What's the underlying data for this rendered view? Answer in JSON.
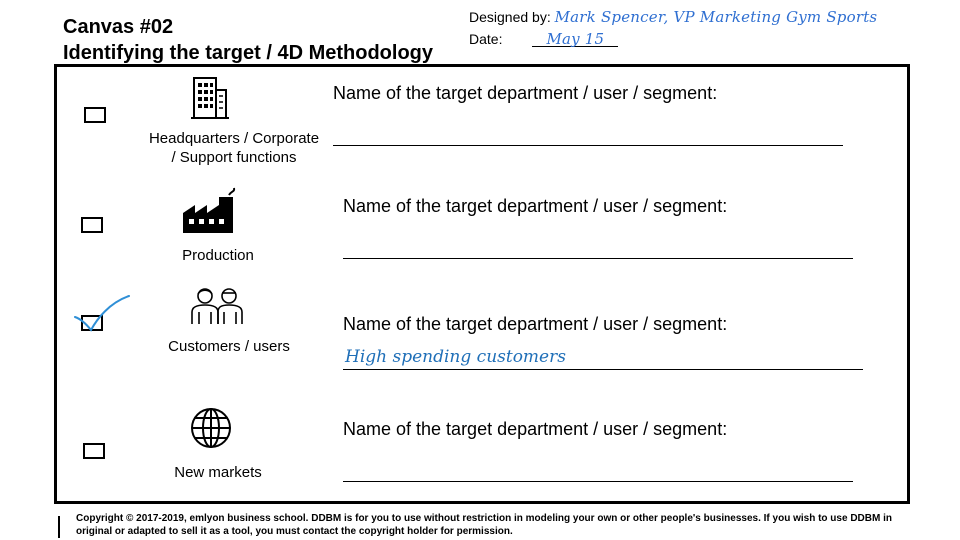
{
  "header": {
    "title_line1": "Canvas #02",
    "title_line2": "Identifying the target / 4D Methodology",
    "designed_by_label": "Designed by:",
    "designed_by_value": "Mark Spencer, VP Marketing Gym Sports",
    "date_label": "Date:",
    "date_value": "May 15"
  },
  "rows": [
    {
      "label_line1": "Headquarters / Corporate",
      "label_line2": "/ Support functions",
      "icon": "office-building-icon",
      "prompt": "Name of the target department / user / segment:",
      "checked": false,
      "answer": ""
    },
    {
      "label_line1": "Production",
      "icon": "factory-icon",
      "prompt": "Name of the target department / user / segment:",
      "checked": false,
      "answer": ""
    },
    {
      "label_line1": "Customers / users",
      "icon": "customers-icon",
      "prompt": "Name of the target department / user / segment:",
      "checked": true,
      "answer": "High spending customers"
    },
    {
      "label_line1": "New markets",
      "icon": "globe-icon",
      "prompt": "Name of the target department / user / segment:",
      "checked": false,
      "answer": ""
    }
  ],
  "colors": {
    "handwriting_header": "#2f6fd1",
    "handwriting_answer": "#1f6fb8"
  },
  "footer": {
    "copyright": "Copyright © 2017-2019, emlyon business school. DDBM is for you to use without restriction in modeling your own or other people's businesses. If you wish to use DDBM in original or adapted to sell it as a tool, you must contact the copyright holder for permission."
  }
}
